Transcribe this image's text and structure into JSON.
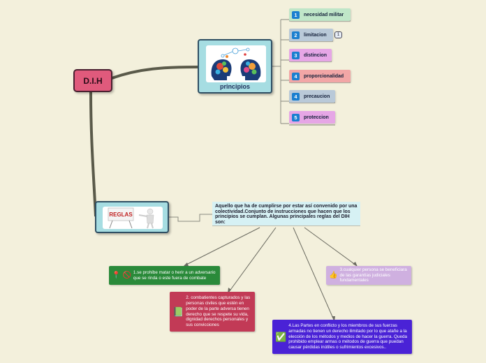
{
  "root": {
    "label": "D.I.H"
  },
  "principios": {
    "label": "principios",
    "image": "heads-with-gears-icon",
    "items": [
      {
        "num": "1",
        "label": "necesidad militar",
        "color": "#bfe6c8"
      },
      {
        "num": "2",
        "label": "limitacion",
        "color": "#b9c9d8",
        "badge": "1"
      },
      {
        "num": "3",
        "label": "distincion",
        "color": "#e6a6e6"
      },
      {
        "num": "4",
        "label": "proporcionalidad",
        "color": "#f2a6a6"
      },
      {
        "num": "4",
        "label": "precaucion",
        "color": "#b9c9d8"
      },
      {
        "num": "5",
        "label": "proteccion",
        "color": "#e6a6e6"
      }
    ]
  },
  "reglas": {
    "image": "reglas-sign-icon",
    "sign_text": "REGLAS",
    "description": "Aquello que ha de cumplirse por estar así convenido por una colectividad.Conjunto de instrucciones que hacen que los principios se cumplan. Algunas principales reglas  del DIH son:",
    "rules": [
      {
        "text": "1.se prohíbe matar o herir a un adversario que se rinda o este fuera de combate",
        "icons": [
          "pin-icon",
          "prohibited-icon"
        ],
        "color": "#2a8a3a"
      },
      {
        "text": "2. combatientes capturados y las personas civiles que estén en poder de la parte adversa tienen derecho que se respete su vida, dignidad derechos personales y sus convicciones",
        "icons": [
          "book-icon"
        ],
        "color": "#c23a56"
      },
      {
        "text": "3.cualquier persona se beneficiara de las garantías judiciales fundamentales",
        "icons": [
          "thumbs-up-icon"
        ],
        "color": "#cfb0e0"
      },
      {
        "text": "4.Las Partes en conflicto y los miembros de sus fuerzas armadas no tienen un derecho ilimitado por lo que atañe a la elección de los métodos y medios de hacer la guerra. Queda prohibido emplear armas o métodos de guerra que puedan causar pérdidas inútiles o sufrimientos excesivos..",
        "icons": [
          "check-icon"
        ],
        "color": "#4a22d6"
      }
    ]
  }
}
